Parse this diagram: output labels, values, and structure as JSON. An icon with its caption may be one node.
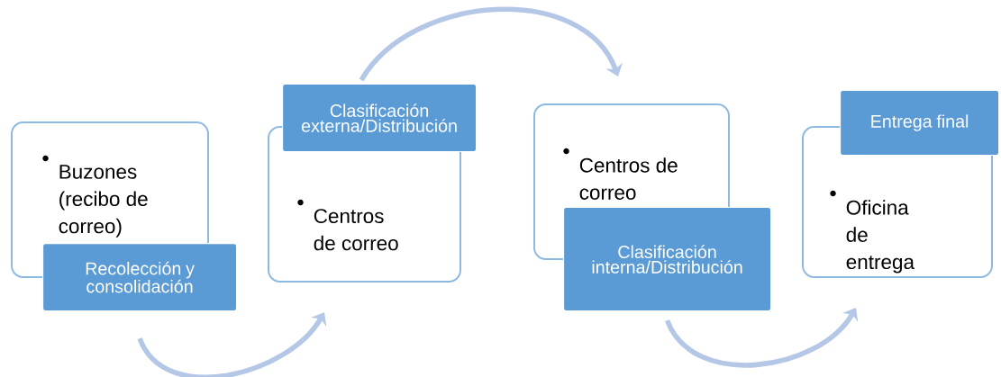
{
  "diagram": {
    "nodes": [
      {
        "text": [
          "Buzones (recibo de correo)"
        ]
      },
      {
        "text": [
          "Recolección y consolidación"
        ]
      },
      {
        "text": [
          "Clasificación externa/Distribución"
        ]
      },
      {
        "text": [
          "Centros de correo"
        ]
      },
      {
        "text": [
          "Centros de correo"
        ]
      },
      {
        "text": [
          "Clasificación interna/Distribución"
        ]
      },
      {
        "text": [
          "Entrega final"
        ]
      },
      {
        "text": [
          "Oficina de entrega"
        ]
      }
    ],
    "edges": [
      {
        "from": 1,
        "to": 3,
        "arrow": "to"
      },
      {
        "from": 2,
        "to": 4,
        "arrow": "to"
      },
      {
        "from": 5,
        "to": 7,
        "arrow": "to"
      }
    ]
  }
}
